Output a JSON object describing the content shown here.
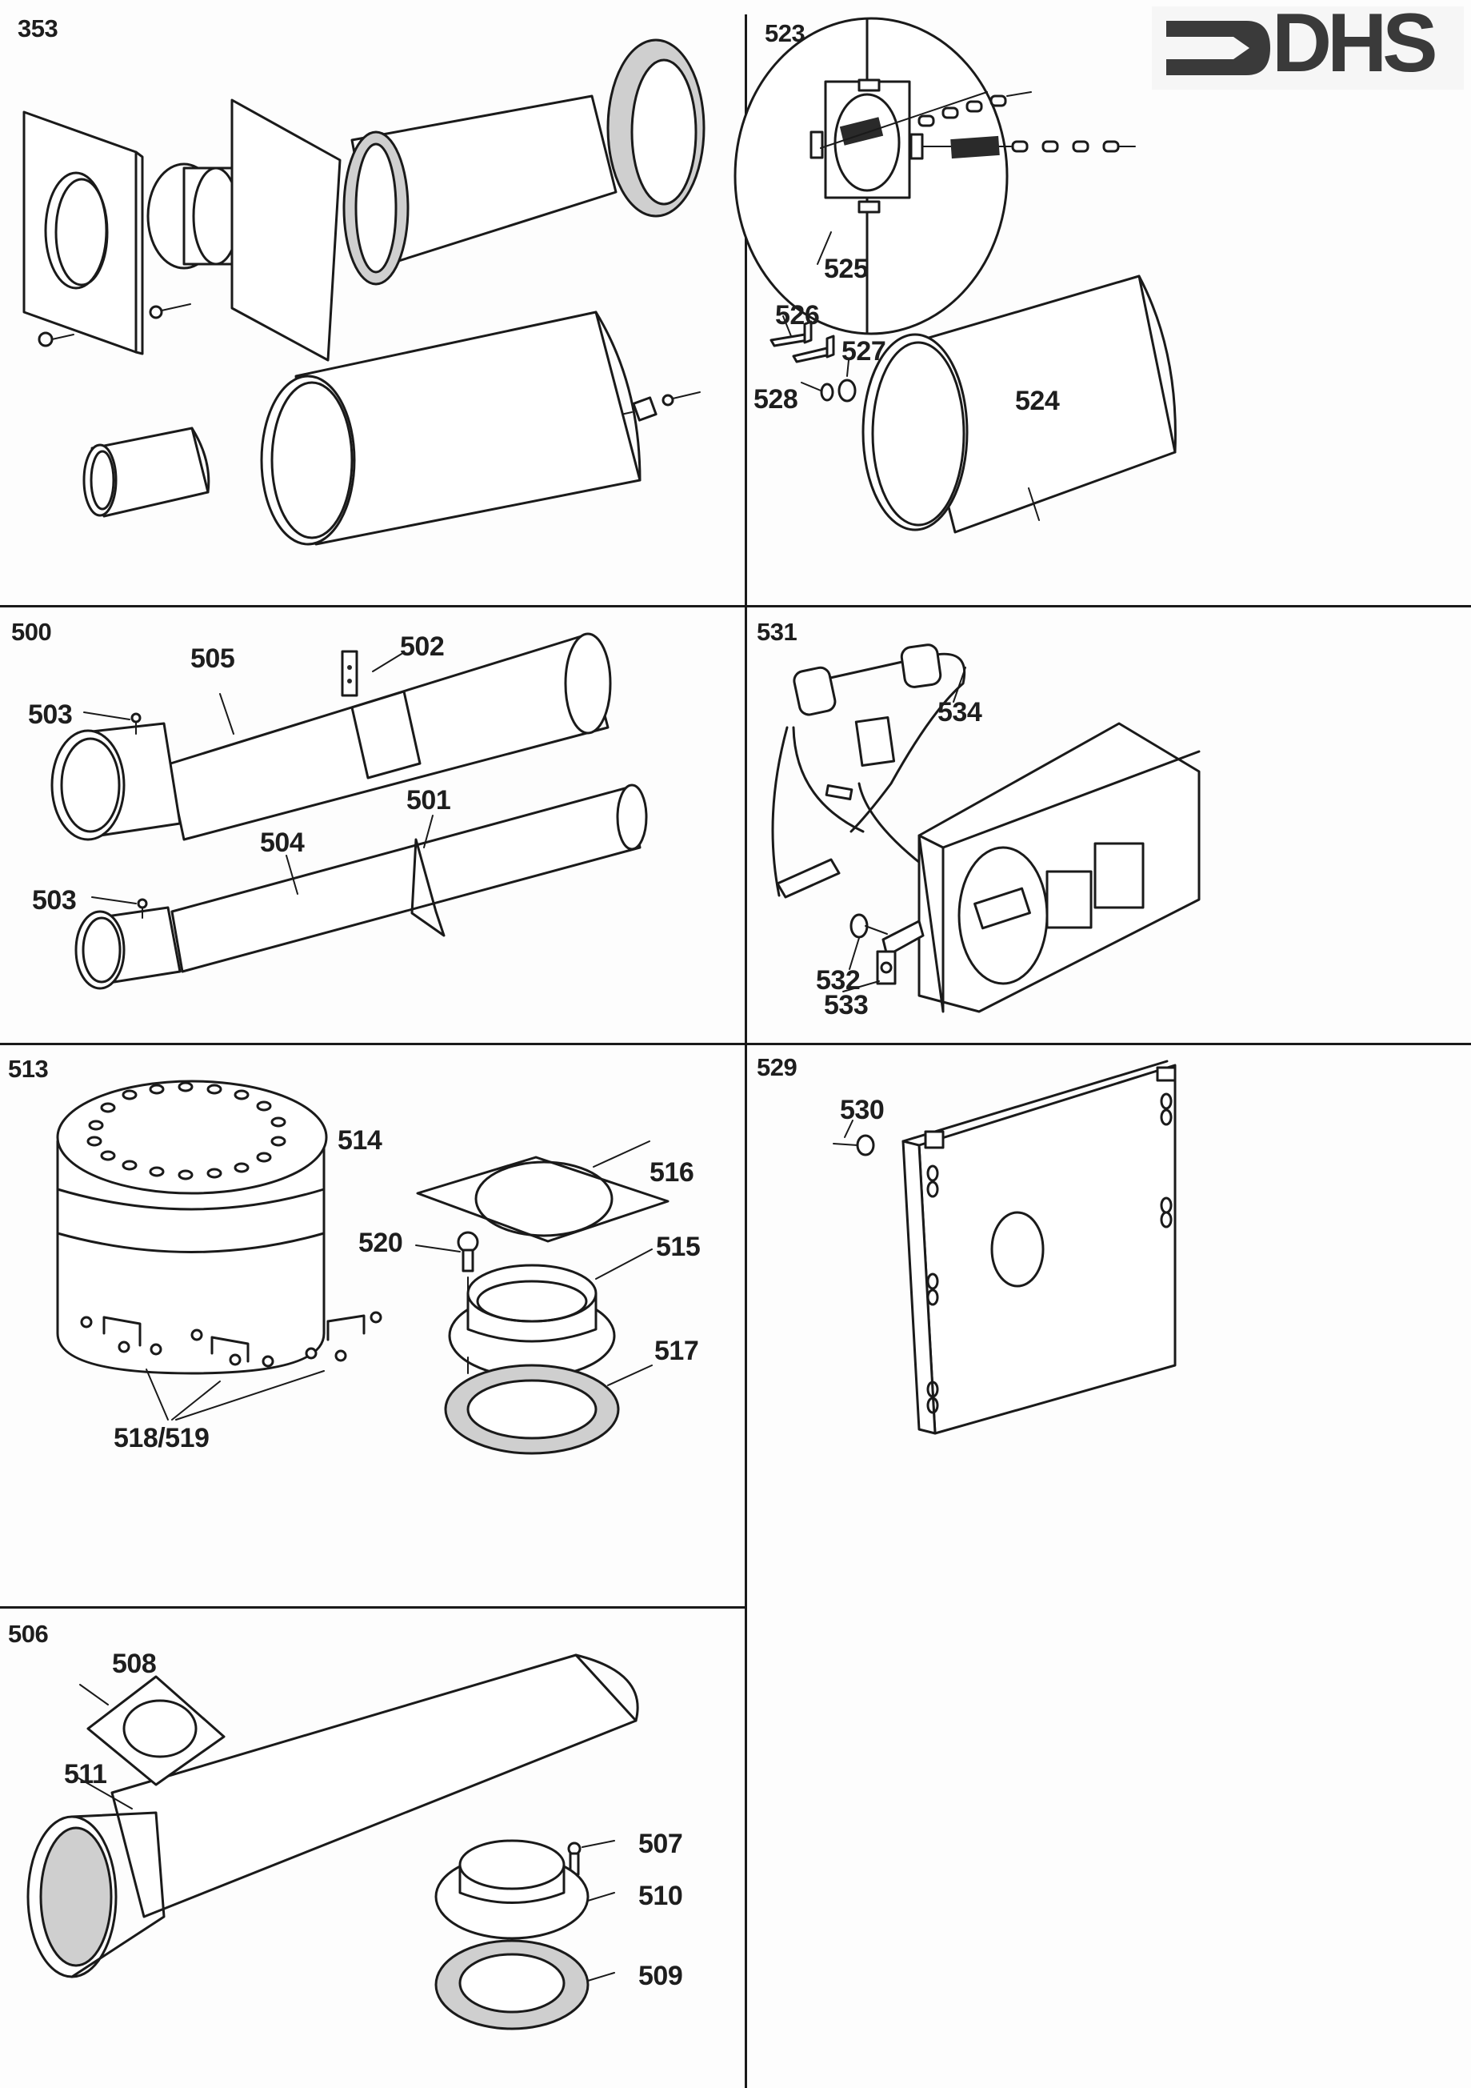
{
  "document": {
    "type": "exploded parts diagram",
    "brand_logo": {
      "text": "DHS",
      "icon": "arrow-right-logo-icon",
      "color": "#3a3a3a"
    }
  },
  "panels": {
    "p353": {
      "id": "353",
      "labels": []
    },
    "p523": {
      "id": "523",
      "labels": [
        "525",
        "526",
        "527",
        "528",
        "524"
      ]
    },
    "p500": {
      "id": "500",
      "labels": [
        "505",
        "502",
        "503",
        "501",
        "504",
        "503"
      ]
    },
    "p531": {
      "id": "531",
      "labels": [
        "534",
        "532",
        "533"
      ]
    },
    "p513": {
      "id": "513",
      "labels": [
        "514",
        "516",
        "520",
        "515",
        "517",
        "518/519"
      ]
    },
    "p529": {
      "id": "529",
      "labels": [
        "530"
      ]
    },
    "p506": {
      "id": "506",
      "labels": [
        "508",
        "511",
        "507",
        "510",
        "509"
      ]
    }
  },
  "colors": {
    "line": "#1a1a1a",
    "paper": "#fdfdfd",
    "logo": "#3a3a3a"
  }
}
